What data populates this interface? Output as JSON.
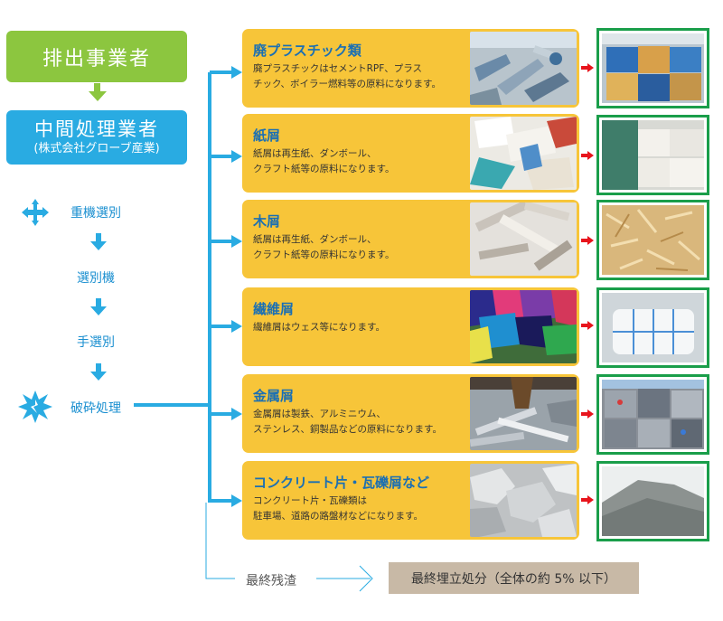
{
  "header": {
    "source_label": "排出事業者"
  },
  "intermediary": {
    "name": "中間処理業者",
    "company": "(株式会社グローブ産業)"
  },
  "steps": [
    "重機選別",
    "選別機",
    "手選別",
    "破砕処理"
  ],
  "materials": [
    {
      "title": "廃プラスチック類",
      "desc_line1": "廃プラスチックはセメントRPF、プラス",
      "desc_line2": "チック、ボイラー燃料等の原料になります。"
    },
    {
      "title": "紙屑",
      "desc_line1": "紙屑は再生紙、ダンボール、",
      "desc_line2": "クラフト紙等の原料になります。"
    },
    {
      "title": "木屑",
      "desc_line1": "紙屑は再生紙、ダンボール、",
      "desc_line2": "クラフト紙等の原料になります。"
    },
    {
      "title": "繊維屑",
      "desc_line1": "繊維屑はウェス等になります。",
      "desc_line2": ""
    },
    {
      "title": "金属屑",
      "desc_line1": "金属屑は製鉄、アルミニウム、",
      "desc_line2": "ステンレス、銅製品などの原料になります。"
    },
    {
      "title": "コンクリート片・瓦礫屑など",
      "desc_line1": "コンクリート片・瓦礫類は",
      "desc_line2": "駐車場、道路の路盤材などになります。"
    }
  ],
  "residue": {
    "label": "最終残渣",
    "final_disposal": "最終埋立処分（全体の約 5% 以下）"
  },
  "colors": {
    "green": "#8cc63f",
    "blue": "#29abe2",
    "card": "#f7c539",
    "title": "#1a6fb4",
    "result_border": "#1a9e4a",
    "arrow_red": "#e8141c",
    "final": "#c8b9a6"
  }
}
